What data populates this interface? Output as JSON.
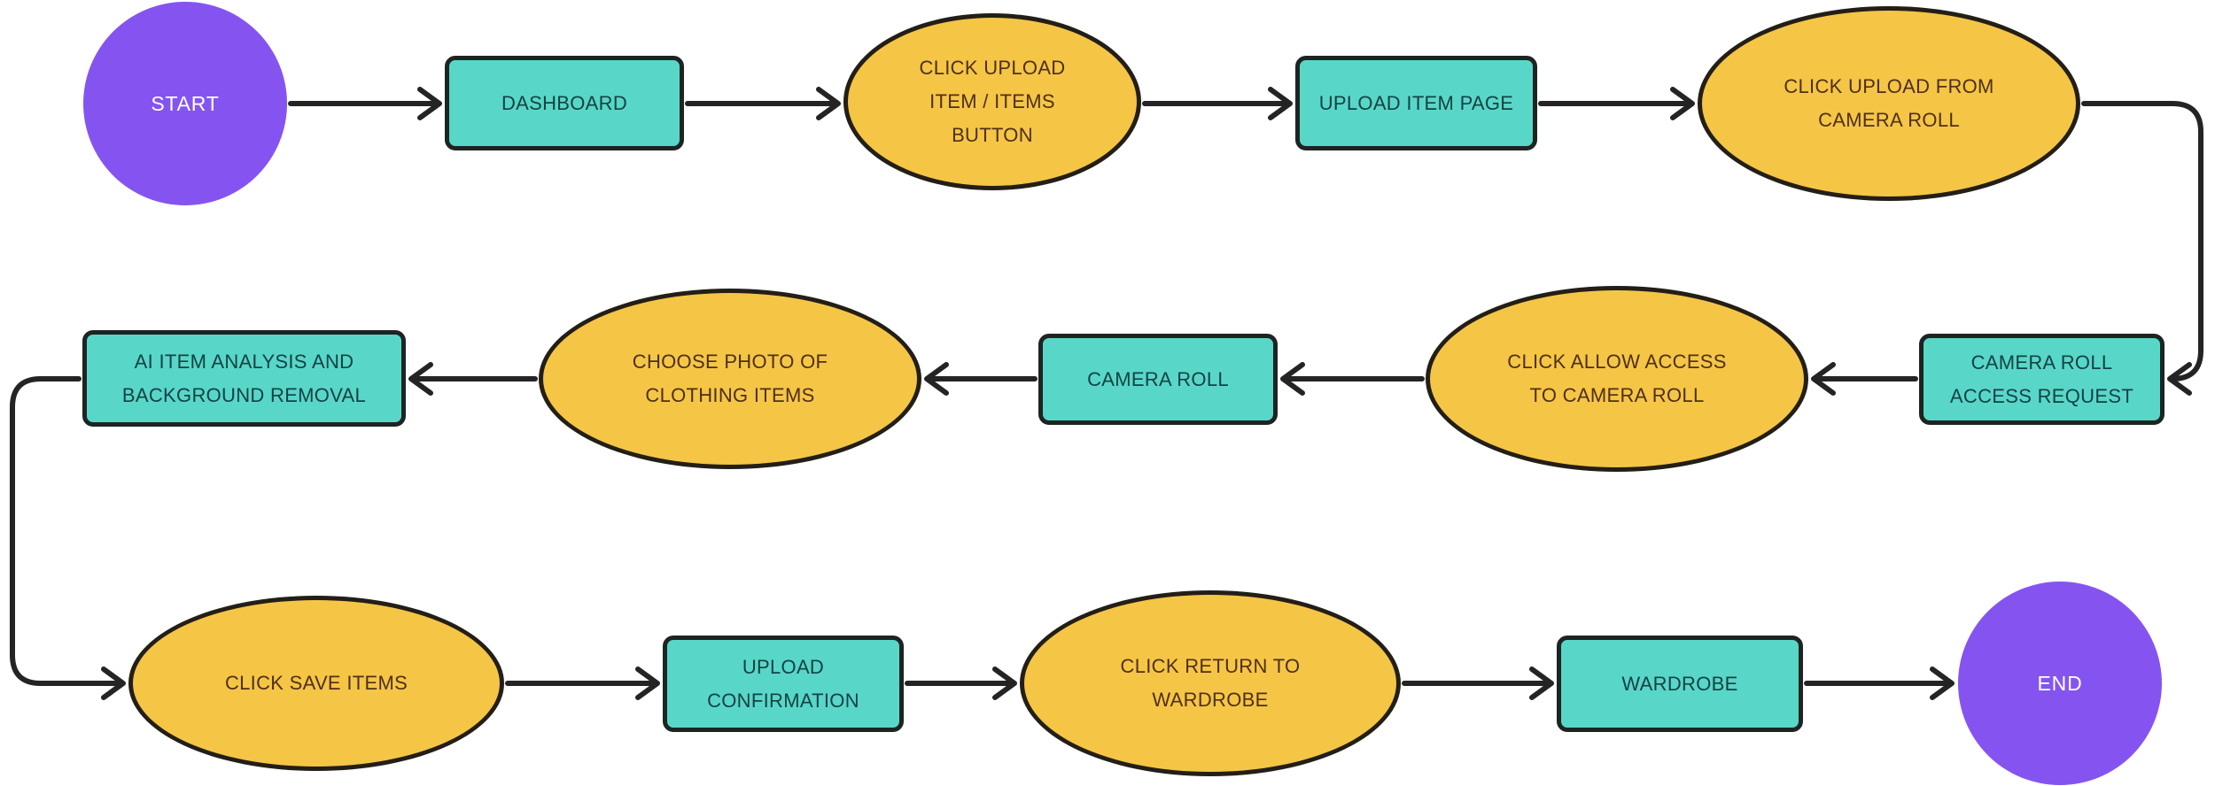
{
  "flowchart": {
    "colors": {
      "background": "#FFFFFF",
      "terminator_fill": "#8554F0",
      "terminator_text": "#FFFFFF",
      "process_fill": "#58D7C8",
      "process_text": "#144245",
      "action_fill": "#F5C546",
      "action_text": "#4F3018",
      "connector": "#242424"
    },
    "nodes": [
      {
        "id": "start",
        "type": "terminator",
        "shape": "circle",
        "label": "START"
      },
      {
        "id": "dashboard",
        "type": "process",
        "shape": "rect",
        "label": "DASHBOARD"
      },
      {
        "id": "click-upload-item-items-button",
        "type": "action",
        "shape": "ellipse",
        "label": "CLICK UPLOAD\nITEM / ITEMS\nBUTTON"
      },
      {
        "id": "upload-item-page",
        "type": "process",
        "shape": "rect",
        "label": "UPLOAD ITEM PAGE"
      },
      {
        "id": "click-upload-from-camera-roll",
        "type": "action",
        "shape": "ellipse",
        "label": "CLICK UPLOAD FROM\nCAMERA ROLL"
      },
      {
        "id": "camera-roll-access-request",
        "type": "process",
        "shape": "rect",
        "label": "CAMERA ROLL\nACCESS REQUEST"
      },
      {
        "id": "click-allow-access-to-camera-roll",
        "type": "action",
        "shape": "ellipse",
        "label": "CLICK ALLOW ACCESS\nTO CAMERA ROLL"
      },
      {
        "id": "camera-roll",
        "type": "process",
        "shape": "rect",
        "label": "CAMERA ROLL"
      },
      {
        "id": "choose-photo-of-clothing-items",
        "type": "action",
        "shape": "ellipse",
        "label": "CHOOSE PHOTO OF\nCLOTHING ITEMS"
      },
      {
        "id": "ai-item-analysis-and-background-removal",
        "type": "process",
        "shape": "rect",
        "label": "AI ITEM ANALYSIS AND\nBACKGROUND REMOVAL"
      },
      {
        "id": "click-save-items",
        "type": "action",
        "shape": "ellipse",
        "label": "CLICK SAVE ITEMS"
      },
      {
        "id": "upload-confirmation",
        "type": "process",
        "shape": "rect",
        "label": "UPLOAD\nCONFIRMATION"
      },
      {
        "id": "click-return-to-wardrobe",
        "type": "action",
        "shape": "ellipse",
        "label": "CLICK RETURN TO\nWARDROBE"
      },
      {
        "id": "wardrobe",
        "type": "process",
        "shape": "rect",
        "label": "WARDROBE"
      },
      {
        "id": "end",
        "type": "terminator",
        "shape": "circle",
        "label": "END"
      }
    ],
    "edges": [
      {
        "from": "start",
        "to": "dashboard"
      },
      {
        "from": "dashboard",
        "to": "click-upload-item-items-button"
      },
      {
        "from": "click-upload-item-items-button",
        "to": "upload-item-page"
      },
      {
        "from": "upload-item-page",
        "to": "click-upload-from-camera-roll"
      },
      {
        "from": "click-upload-from-camera-roll",
        "to": "camera-roll-access-request"
      },
      {
        "from": "camera-roll-access-request",
        "to": "click-allow-access-to-camera-roll"
      },
      {
        "from": "click-allow-access-to-camera-roll",
        "to": "camera-roll"
      },
      {
        "from": "camera-roll",
        "to": "choose-photo-of-clothing-items"
      },
      {
        "from": "choose-photo-of-clothing-items",
        "to": "ai-item-analysis-and-background-removal"
      },
      {
        "from": "ai-item-analysis-and-background-removal",
        "to": "click-save-items"
      },
      {
        "from": "click-save-items",
        "to": "upload-confirmation"
      },
      {
        "from": "upload-confirmation",
        "to": "click-return-to-wardrobe"
      },
      {
        "from": "click-return-to-wardrobe",
        "to": "wardrobe"
      },
      {
        "from": "wardrobe",
        "to": "end"
      }
    ]
  }
}
